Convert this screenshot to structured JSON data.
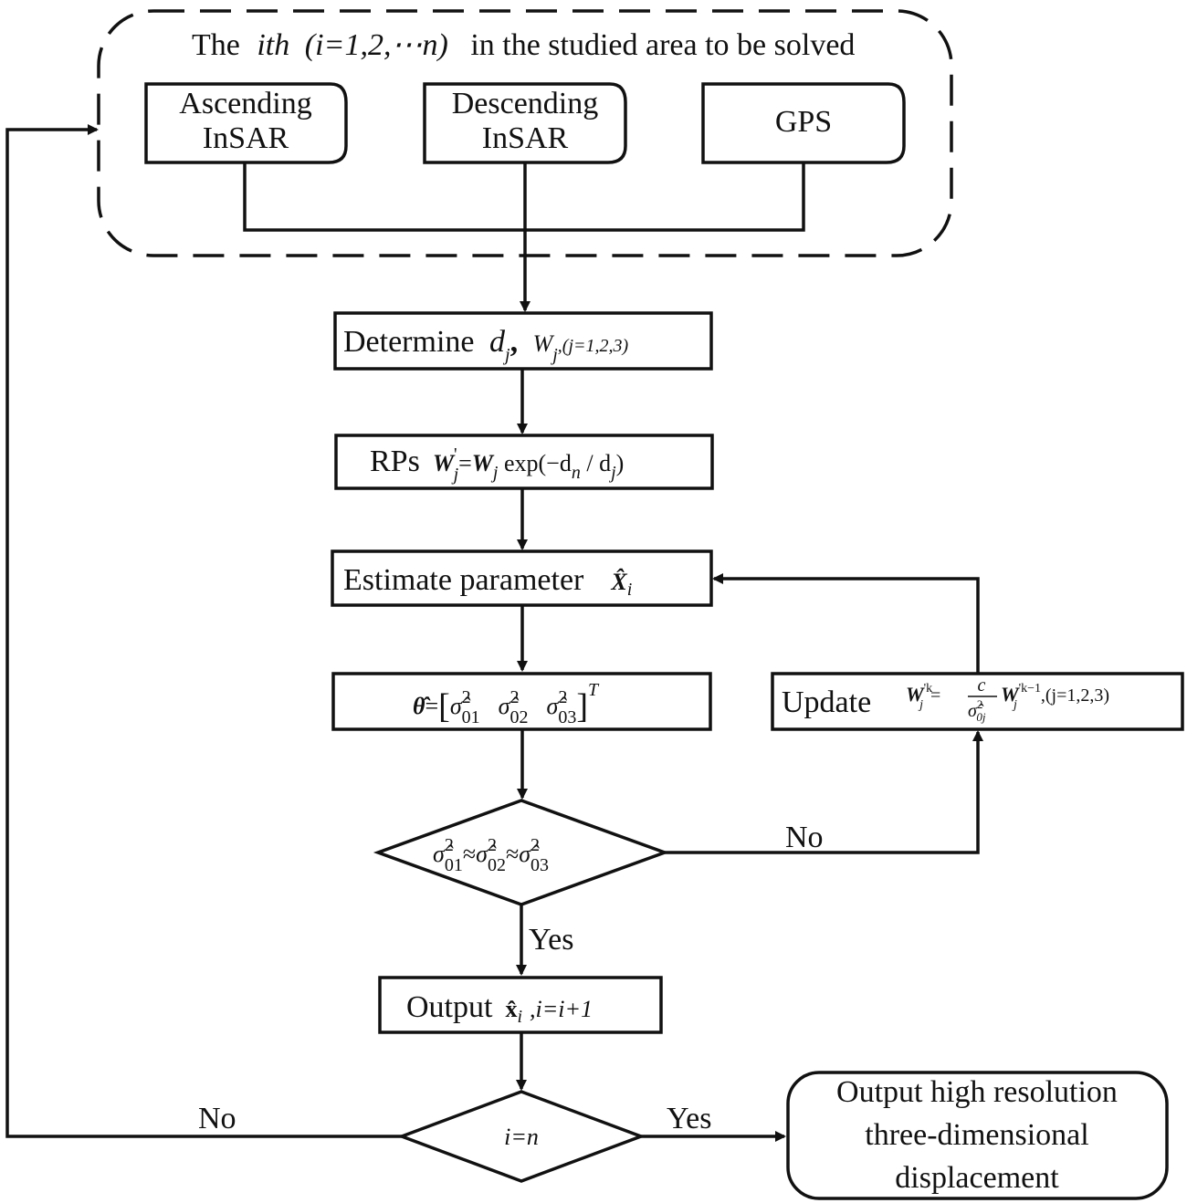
{
  "diagram": {
    "group": {
      "title_prefix": "The",
      "title_ith": "ith",
      "title_range": "(i=1,2,⋯n)",
      "title_suffix": "in the studied area to be solved"
    },
    "sources": [
      {
        "line1": "Ascending",
        "line2": "InSAR"
      },
      {
        "line1": "Descending",
        "line2": "InSAR"
      },
      {
        "line1": "GPS",
        "line2": ""
      }
    ],
    "determine": {
      "word": "Determine",
      "var_d": "d",
      "sub_j": "j",
      "comma": ",",
      "var_w": "W",
      "sub_j2": "j",
      "range": ",(j=1,2,3)"
    },
    "rps": {
      "word": "RPs",
      "w": "W",
      "prime": "'",
      "sub": "j",
      "rest1": "=",
      "w2": "W",
      "sub2": "j",
      "rest2": " exp(−d",
      "sub_n": "n",
      "rest3": " / d",
      "sub_j3": "j",
      "rest4": ")"
    },
    "estimate": {
      "word": "Estimate parameter",
      "var": "X̂",
      "sub": "i"
    },
    "theta": {
      "lhs": "θ̂",
      "eq": "=",
      "open": "[",
      "s1": "σ̂",
      "s1sub": "01",
      "s2": "σ̂",
      "s2sub": "02",
      "s3": "σ̂",
      "s3sub": "03",
      "close": "]",
      "T": "T",
      "sq": "2"
    },
    "update": {
      "word": "Update",
      "w": "W",
      "sup": "'k",
      "sub": "j",
      "eq": "=",
      "num": "c",
      "den": "σ̂",
      "densub": "0j",
      "densup": "2",
      "w2": "W",
      "sup2": "'k−1",
      "sub2": "j",
      "range": ",(j=1,2,3)"
    },
    "decision1": {
      "s": "σ̂",
      "sub1": "01",
      "sub2": "02",
      "sub3": "03",
      "sup": "2",
      "approx": "≈"
    },
    "output": {
      "word": "Output",
      "var": "x̂",
      "sub": "i",
      "rest": ",i=i+1"
    },
    "decision2": {
      "label": "i=n"
    },
    "final": {
      "line1": "Output high resolution",
      "line2": "three-dimensional",
      "line3": "displacement"
    },
    "edge_labels": {
      "no_right": "No",
      "yes_down": "Yes",
      "no_left": "No",
      "yes_right": "Yes"
    }
  }
}
